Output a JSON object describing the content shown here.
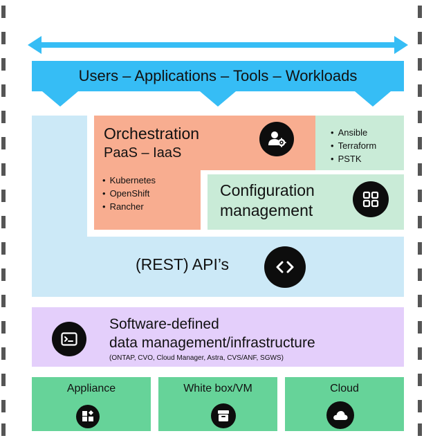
{
  "colors": {
    "blue_banner": "#36bdf5",
    "light_blue": "#cce9f7",
    "salmon": "#f8ad90",
    "mint": "#c9ebd7",
    "lavender": "#e4cffb",
    "green": "#66d399",
    "icon_bg": "#0d0d0d",
    "dash": "#555555"
  },
  "banner": {
    "text": "Users – Applications – Tools – Workloads"
  },
  "orchestration": {
    "title": "Orchestration",
    "subtitle": "PaaS – IaaS",
    "items": [
      "Kubernetes",
      "OpenShift",
      "Rancher"
    ],
    "icon": "user-gear-icon"
  },
  "configuration": {
    "items": [
      "Ansible",
      "Terraform",
      "PSTK"
    ],
    "title_line1": "Configuration",
    "title_line2": "management",
    "icon": "grid-icon"
  },
  "api": {
    "label": "(REST) API’s",
    "icon": "code-brackets-icon"
  },
  "software": {
    "line1": "Software-defined",
    "line2": "data management/infrastructure",
    "sub": "(ONTAP, CVO, Cloud Manager, Astra, CVS/ANF, SGWS)",
    "icon": "terminal-icon"
  },
  "platforms": [
    {
      "label": "Appliance",
      "icon": "appliance-icon"
    },
    {
      "label": "White box/VM",
      "icon": "archive-box-icon"
    },
    {
      "label": "Cloud",
      "icon": "cloud-icon"
    }
  ]
}
